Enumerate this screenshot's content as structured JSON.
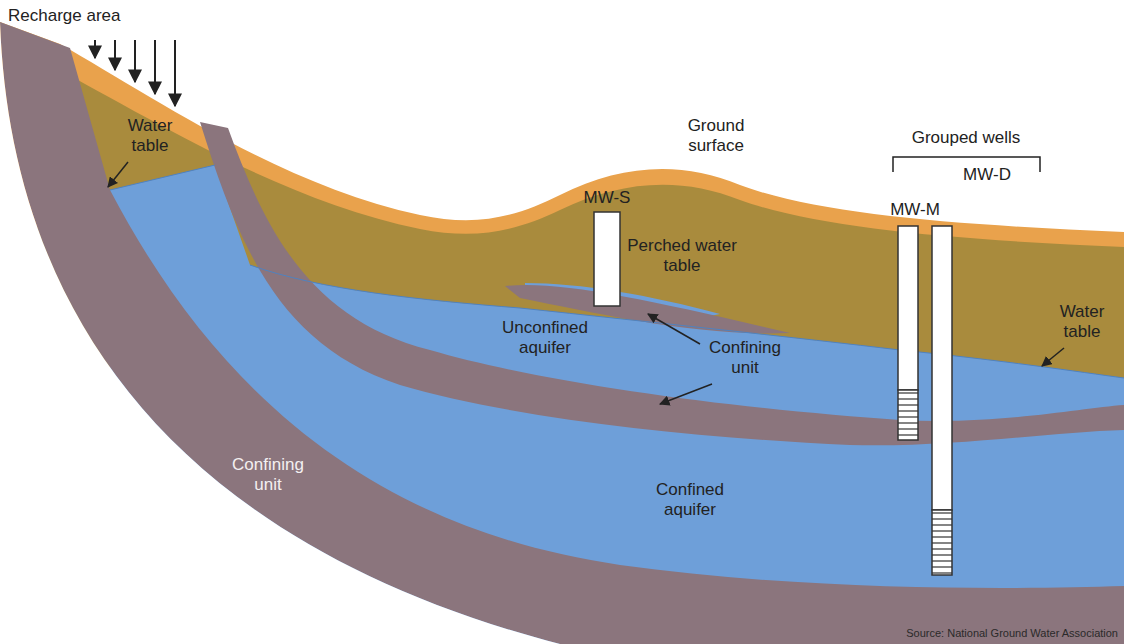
{
  "diagram": {
    "labels": [
      "Recharge area",
      "Water table",
      "Ground surface",
      "Grouped wells",
      "MW-S",
      "MW-D",
      "MW-M",
      "Perched water table",
      "Water table",
      "Unconfined aquifer",
      "Confining unit",
      "Confining unit",
      "Confined aquifer",
      "Source: National Ground Water Association"
    ]
  }
}
